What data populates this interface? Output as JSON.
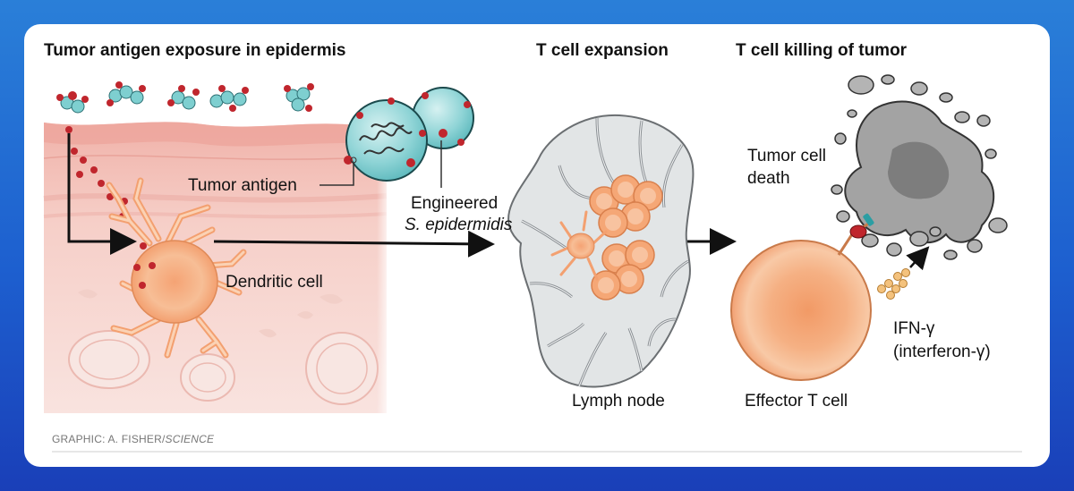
{
  "panels": {
    "exposure_title": "Tumor antigen exposure in epidermis",
    "expansion_title": "T cell expansion",
    "killing_title": "T cell killing of tumor"
  },
  "labels": {
    "tumor_antigen": "Tumor antigen",
    "engineered_line1": "Engineered",
    "engineered_line2": "S. epidermidis",
    "dendritic_cell": "Dendritic cell",
    "lymph_node": "Lymph node",
    "tumor_death_line1": "Tumor cell",
    "tumor_death_line2": "death",
    "effector_t_cell": "Effector T cell",
    "ifn_line1": "IFN-γ",
    "ifn_line2": "(interferon-γ)"
  },
  "credit": {
    "prefix": "GRAPHIC: A. FISHER/",
    "source": "SCIENCE"
  },
  "colors": {
    "skin_surface": "#f1b8b0",
    "skin_deep": "#f7ddd8",
    "bacteria": "#7ecfd0",
    "antigen": "#c0262d",
    "cell_orange": "#f5a776",
    "lymph_gray": "#dfe2e3",
    "tumor_gray": "#9b9b9b"
  }
}
